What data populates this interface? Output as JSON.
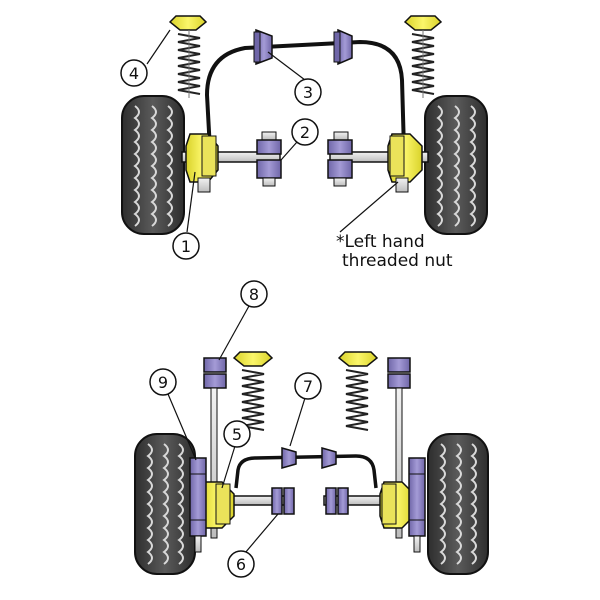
{
  "callouts": [
    {
      "label": "1"
    },
    {
      "label": "2"
    },
    {
      "label": "3"
    },
    {
      "label": "4"
    },
    {
      "label": "5"
    },
    {
      "label": "6"
    },
    {
      "label": "7"
    },
    {
      "label": "8"
    },
    {
      "label": "9"
    }
  ],
  "note": {
    "line1": "*Left hand",
    "line2": "threaded nut"
  },
  "colors": {
    "bush_yellow": "#f2ec34",
    "bush_purple": "#8f86c2",
    "tyre": "#4a4a4a",
    "tyre_tread": "#d9d9d9",
    "metal": "#d8d8d8",
    "outline": "#111111"
  }
}
